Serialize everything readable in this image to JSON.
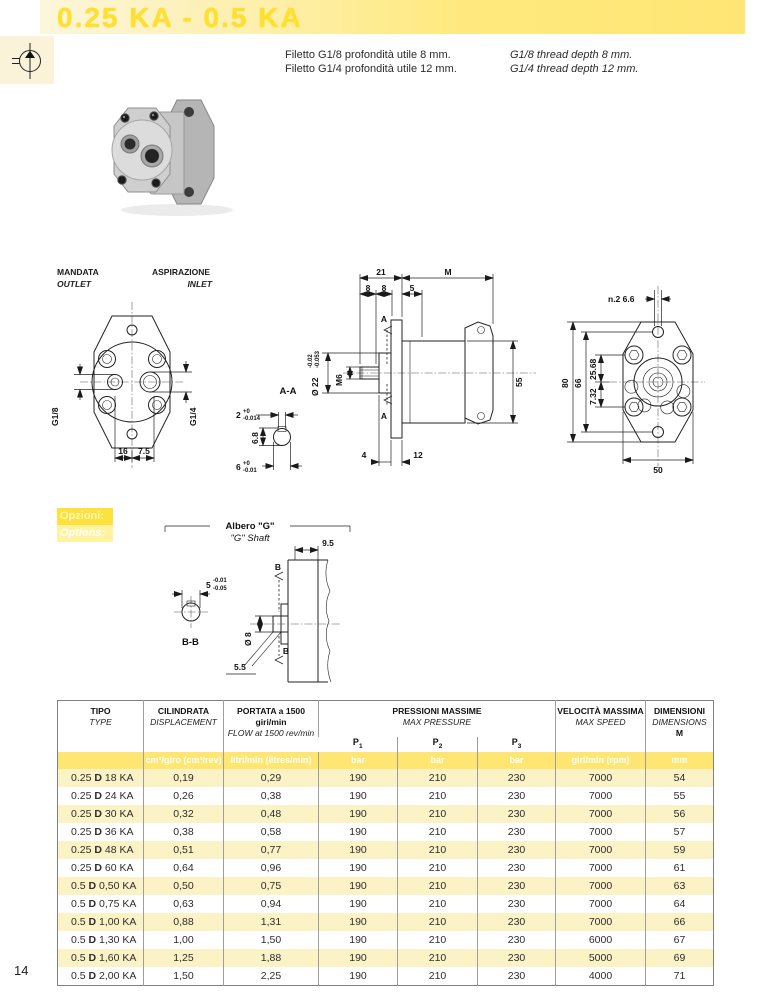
{
  "palette": {
    "accent_yellow": "#FFE13C",
    "band_from": "#FCF6DC",
    "band_to": "#FFE674",
    "title_yellow": "#FFE02E",
    "unit_row_bg": "#FFE672",
    "row_alt_bg": "#FBF2C6",
    "symbol_box_bg": "#FAF3DA"
  },
  "page": {
    "number": "14"
  },
  "header": {
    "title": "0.25 KA - 0.5 KA",
    "note_it_1": "Filetto G1/8 profondità utile 8 mm.",
    "note_it_2": "Filetto G1/4 profondità utile 12 mm.",
    "note_en_1": "G1/8 thread depth 8 mm.",
    "note_en_2": "G1/4 thread depth 12 mm."
  },
  "ports": {
    "outlet_it": "MANDATA",
    "outlet_en": "OUTLET",
    "inlet_it": "ASPIRAZIONE",
    "inlet_en": "INLET"
  },
  "front_view": {
    "g18": "G1/8",
    "g14": "G1/4",
    "dim_16": "16",
    "dim_7_5": "7.5"
  },
  "section_aa": {
    "title": "A-A",
    "dim_2": "2",
    "tol_2_a": "+0",
    "tol_2_b": "-0.014",
    "dim_6_8": "6.8",
    "dim_6": "6",
    "tol_6_a": "+0",
    "tol_6_b": "-0.01"
  },
  "side_view": {
    "dim_21": "21",
    "dim_m": "M",
    "dim_8a": "8",
    "dim_8b": "8",
    "dim_5": "5",
    "dim_d22": "Ø 22",
    "tol_d22_a": "-0.02",
    "tol_d22_b": "-0.053",
    "dim_m6": "M6",
    "sec_a": "A",
    "dim_55": "55",
    "dim_4": "4",
    "dim_12": "12"
  },
  "rear_view": {
    "dim_holes": "n.2  6.6",
    "dim_80": "80",
    "dim_66": "66",
    "dim_25_68": "25.68",
    "dim_7_32": "7.32",
    "dim_50": "50"
  },
  "options": {
    "label_it": "Opzioni:",
    "label_en": "Options:",
    "shaft_it": "Albero \"G\"",
    "shaft_en": "\"G\" Shaft",
    "dim_9_5": "9.5",
    "dim_5": "5",
    "tol_5_a": "-0.01",
    "tol_5_b": "-0.05",
    "dim_d8": "Ø 8",
    "dim_5_5": "5.5",
    "sec_b": "B",
    "detail_bb": "B-B"
  },
  "table": {
    "head": {
      "tipo_it": "TIPO",
      "tipo_en": "TYPE",
      "cil_it": "CILINDRATA",
      "cil_en": "DISPLACEMENT",
      "portata_it": "PORTATA a 1500 giri/min",
      "portata_en": "FLOW at 1500 rev/min",
      "press_it": "PRESSIONI MASSIME",
      "press_en": "MAX PRESSURE",
      "p": "P",
      "p1_sub": "1",
      "p2_sub": "2",
      "p3_sub": "3",
      "vel_it": "VELOCITÀ MASSIMA",
      "vel_en": "MAX SPEED",
      "dim_it": "DIMENSIONI",
      "dim_en": "DIMENSIONS",
      "dim_m": "M"
    },
    "units": {
      "cil": "cm³/giro (cm³/rev)",
      "portata": "litri/min (litres/min)",
      "p1": "bar",
      "p2": "bar",
      "p3": "bar",
      "vel": "giri/min (rpm)",
      "dim": "mm"
    },
    "rows": [
      {
        "t1": "0.25",
        "t2": "D",
        "t3": "18 KA",
        "disp": "0,19",
        "flow": "0,29",
        "p1": "190",
        "p2": "210",
        "p3": "230",
        "speed": "7000",
        "dim": "54"
      },
      {
        "t1": "0.25",
        "t2": "D",
        "t3": "24 KA",
        "disp": "0,26",
        "flow": "0,38",
        "p1": "190",
        "p2": "210",
        "p3": "230",
        "speed": "7000",
        "dim": "55"
      },
      {
        "t1": "0.25",
        "t2": "D",
        "t3": "30 KA",
        "disp": "0,32",
        "flow": "0,48",
        "p1": "190",
        "p2": "210",
        "p3": "230",
        "speed": "7000",
        "dim": "56"
      },
      {
        "t1": "0.25",
        "t2": "D",
        "t3": "36 KA",
        "disp": "0,38",
        "flow": "0,58",
        "p1": "190",
        "p2": "210",
        "p3": "230",
        "speed": "7000",
        "dim": "57"
      },
      {
        "t1": "0.25",
        "t2": "D",
        "t3": "48 KA",
        "disp": "0,51",
        "flow": "0,77",
        "p1": "190",
        "p2": "210",
        "p3": "230",
        "speed": "7000",
        "dim": "59"
      },
      {
        "t1": "0.25",
        "t2": "D",
        "t3": "60 KA",
        "disp": "0,64",
        "flow": "0,96",
        "p1": "190",
        "p2": "210",
        "p3": "230",
        "speed": "7000",
        "dim": "61"
      },
      {
        "t1": "0.5",
        "t2": "D",
        "t3": "0,50 KA",
        "disp": "0,50",
        "flow": "0,75",
        "p1": "190",
        "p2": "210",
        "p3": "230",
        "speed": "7000",
        "dim": "63"
      },
      {
        "t1": "0.5",
        "t2": "D",
        "t3": "0,75 KA",
        "disp": "0,63",
        "flow": "0,94",
        "p1": "190",
        "p2": "210",
        "p3": "230",
        "speed": "7000",
        "dim": "64"
      },
      {
        "t1": "0.5",
        "t2": "D",
        "t3": "1,00 KA",
        "disp": "0,88",
        "flow": "1,31",
        "p1": "190",
        "p2": "210",
        "p3": "230",
        "speed": "7000",
        "dim": "66"
      },
      {
        "t1": "0.5",
        "t2": "D",
        "t3": "1,30 KA",
        "disp": "1,00",
        "flow": "1,50",
        "p1": "190",
        "p2": "210",
        "p3": "230",
        "speed": "6000",
        "dim": "67"
      },
      {
        "t1": "0.5",
        "t2": "D",
        "t3": "1,60 KA",
        "disp": "1,25",
        "flow": "1,88",
        "p1": "190",
        "p2": "210",
        "p3": "230",
        "speed": "5000",
        "dim": "69"
      },
      {
        "t1": "0.5",
        "t2": "D",
        "t3": "2,00 KA",
        "disp": "1,50",
        "flow": "2,25",
        "p1": "190",
        "p2": "210",
        "p3": "230",
        "speed": "4000",
        "dim": "71"
      }
    ]
  }
}
